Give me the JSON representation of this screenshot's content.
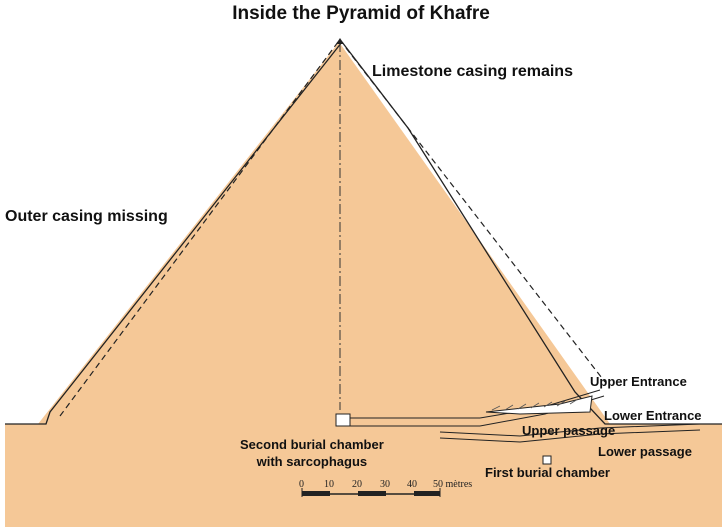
{
  "title": "Inside the Pyramid of Khafre",
  "labels": {
    "limestone_casing_remains": "Limestone casing remains",
    "outer_casing_missing": "Outer casing missing",
    "upper_entrance": "Upper Entrance",
    "lower_entrance": "Lower Entrance",
    "upper_passage": "Upper passage",
    "lower_passage": "Lower passage",
    "first_burial_chamber": "First burial chamber",
    "second_burial_chamber_line1": "Second burial chamber",
    "second_burial_chamber_line2": "with sarcophagus"
  },
  "scale": {
    "ticks": [
      "0",
      "10",
      "20",
      "30",
      "40"
    ],
    "last": "50 mètres"
  },
  "colors": {
    "stone": "#f5c897",
    "outline": "#222222",
    "background": "#ffffff"
  }
}
